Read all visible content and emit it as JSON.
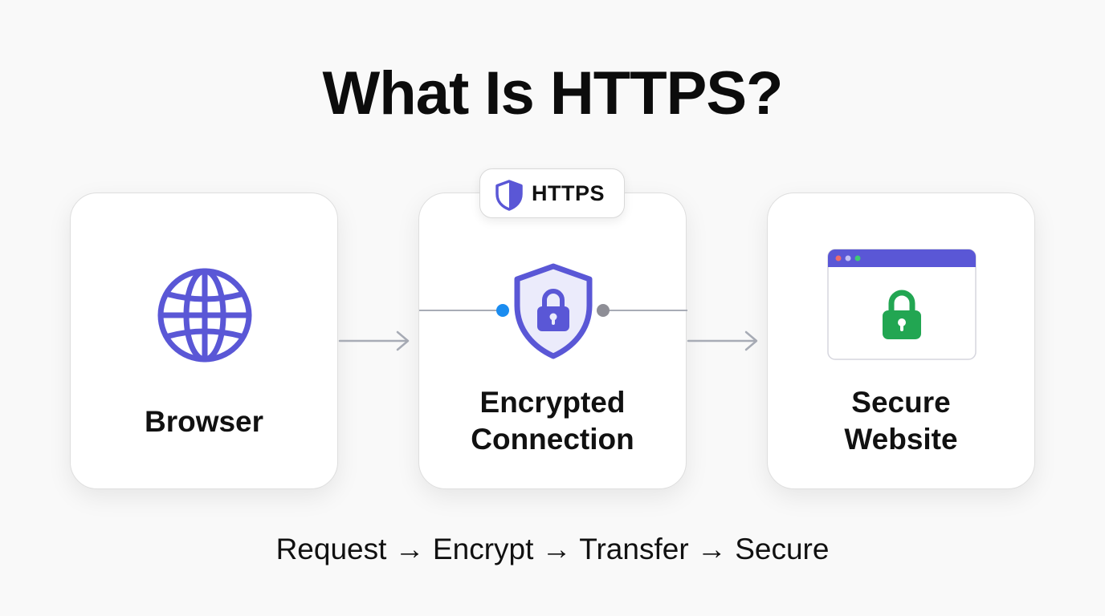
{
  "title": "What Is HTTPS?",
  "badge": {
    "label": "HTTPS",
    "icon": "shield-icon"
  },
  "cards": [
    {
      "label": "Browser",
      "icon": "globe-icon"
    },
    {
      "label": "Encrypted\nConnection",
      "icon": "shield-lock-icon"
    },
    {
      "label": "Secure\nWebsite",
      "icon": "browser-window-lock-icon"
    }
  ],
  "flow": "Request → Encrypt → Transfer → Secure",
  "colors": {
    "accent": "#5a57d6",
    "shield_fill": "#ebebfb",
    "lock_green": "#22a652",
    "dot_blue": "#1a8cf0",
    "dot_gray": "#8e8e96",
    "line_gray": "#a8acb6",
    "card_border": "#dedede",
    "background": "#f9f9f9"
  }
}
